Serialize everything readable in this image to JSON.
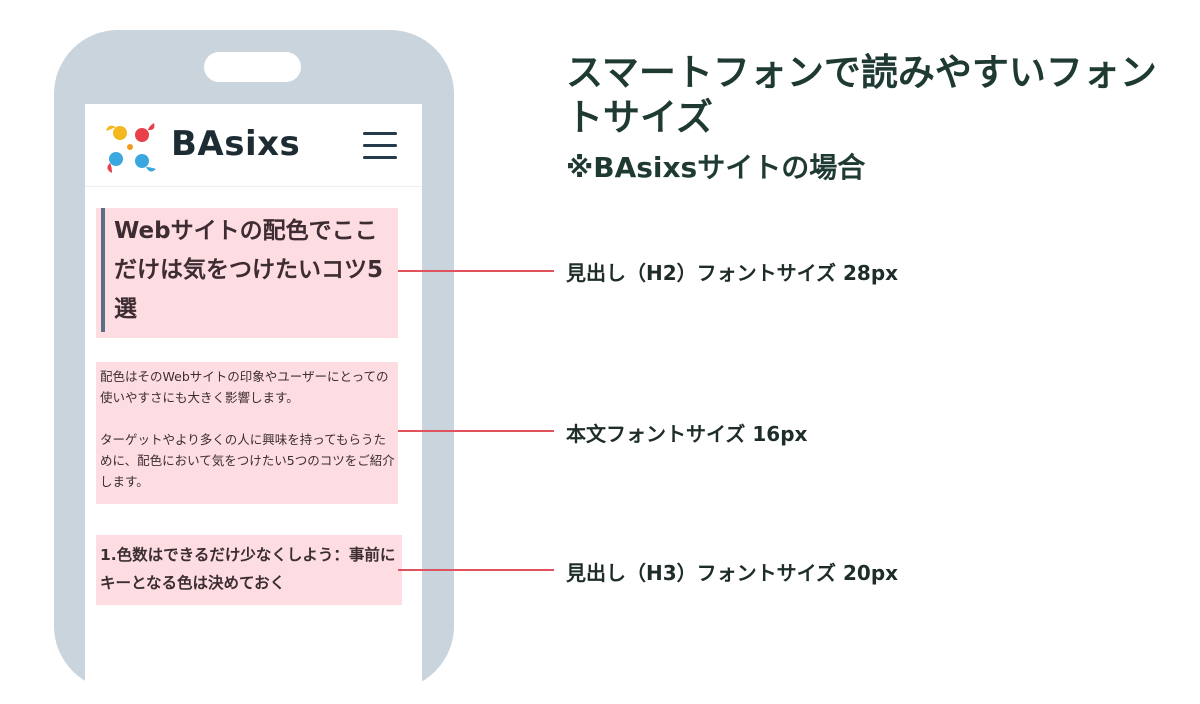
{
  "phone": {
    "site": {
      "logo_text": "BAsixs",
      "logo_colors": [
        "#f2b81e",
        "#e8414c",
        "#3aa8df",
        "#f29a1e"
      ]
    },
    "h2_sample": {
      "text": "Webサイトの配色でここだけは気をつけたいコツ5選"
    },
    "body_sample": {
      "paragraph1": "配色はそのWebサイトの印象やユーザーにとっての使いやすさにも大きく影響します。",
      "paragraph2": "ターゲットやより多くの人に興味を持ってもらうために、配色において気をつけたい5つのコツをご紹介します。"
    },
    "h3_sample": {
      "text": "1.色数はできるだけ少なくしよう：事前にキーとなる色は決めておく"
    }
  },
  "heading": {
    "title": "スマートフォンで読みやすいフォントサイズ",
    "subtitle": "※BAsixsサイトの場合"
  },
  "annotations": {
    "h2_label": "見出し（H2）フォントサイズ 28px",
    "body_label": "本文フォントサイズ 16px",
    "h3_label": "見出し（H3）フォントサイズ 20px"
  },
  "colors": {
    "highlight": "#fddde2",
    "leader_line": "#e1525f",
    "phone_frame": "#c9d4dc",
    "heading_text": "#1f3a33"
  }
}
